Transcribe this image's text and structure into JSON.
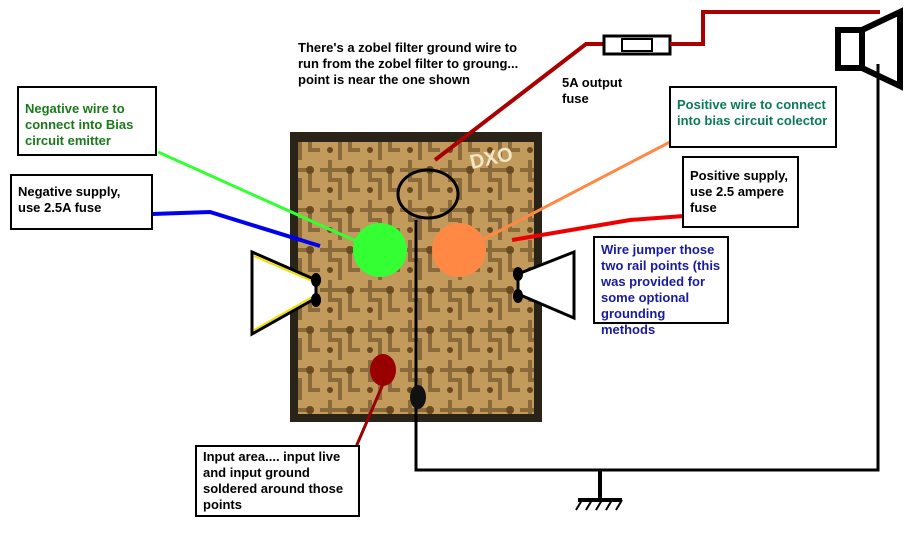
{
  "labels": {
    "zobel_note": "There's a zobel filter ground wire to run from the zobel filter to groung... point is near the one shown",
    "output_fuse": "5A output fuse",
    "bias_emitter": "Negative wire to connect into Bias circuit emitter",
    "bias_collector": "Positive wire to connect into bias circuit colector",
    "negative_supply": "Negative supply, use 2.5A fuse",
    "positive_supply": "Positive supply, use 2.5 ampere fuse",
    "jumper": "Wire jumper those two rail points (this was provided for some optional grounding methods",
    "input_area": "Input area.... input live and input ground soldered around those points"
  },
  "colors": {
    "negative_bias_wire": "#33ff33",
    "positive_bias_wire": "#ff8844",
    "negative_supply_wire": "#0000ee",
    "positive_supply_wire": "#ee0000",
    "output_wire": "#aa0000",
    "input_marker": "#990000",
    "board": "#c8a060"
  }
}
